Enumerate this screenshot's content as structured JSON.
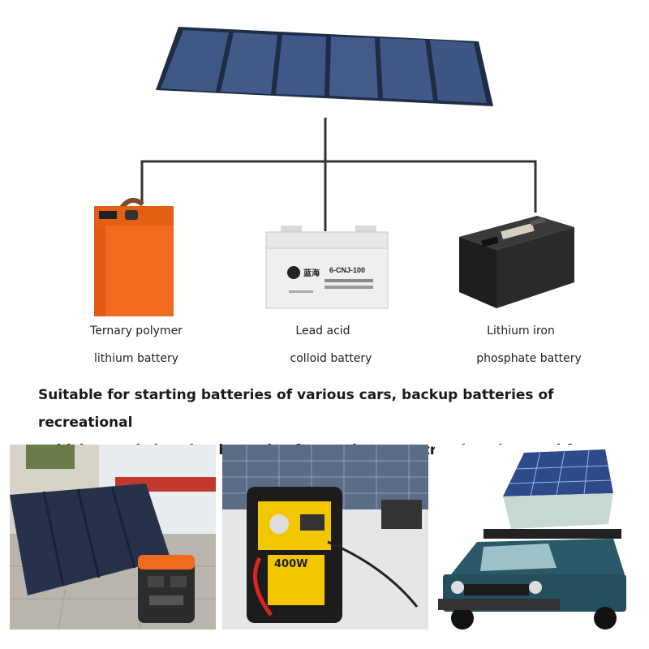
{
  "batteries": [
    {
      "line1": "Ternary polymer",
      "line2": "lithium battery"
    },
    {
      "line1": "Lead acid",
      "line2": "colloid battery"
    },
    {
      "line1": "Lithium iron",
      "line2": "phosphate battery"
    }
  ],
  "lead_acid_model": "6-CNJ-100",
  "lead_acid_brand": "蓝海",
  "jump_starter_text": "400W",
  "tagline": {
    "line1": "Suitable for starting batteries of various cars, backup batteries of recreational",
    "line2": "vehicles, and charging batteries for outdoor construction sites and farms"
  },
  "colors": {
    "panel": "#3a4f78",
    "frame": "#1e2c45",
    "orange": "#f26a1f",
    "wire": "#333333"
  }
}
